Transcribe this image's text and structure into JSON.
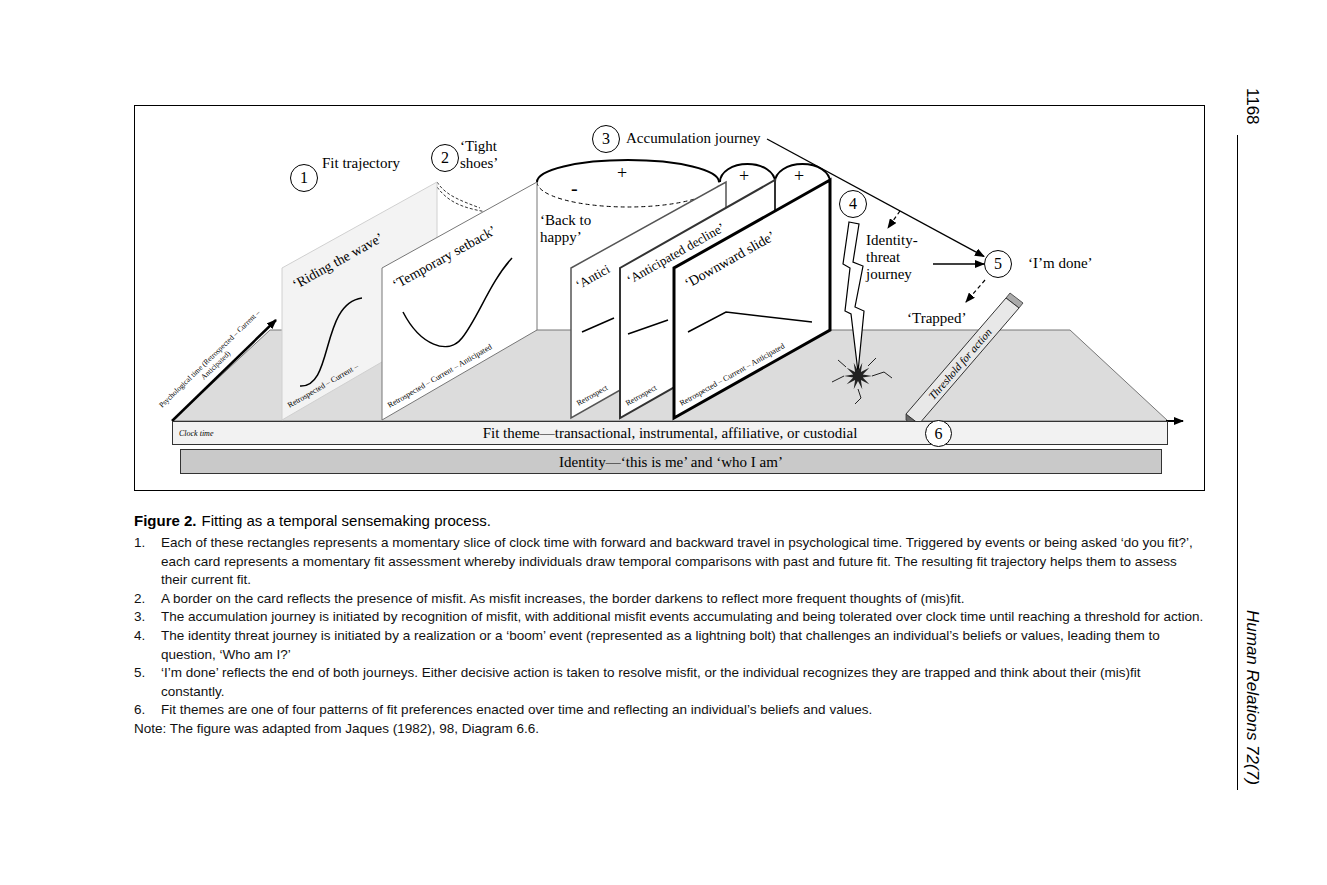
{
  "diagram": {
    "title": "Figure 2.",
    "caption": "Fitting as a temporal sensemaking process.",
    "nodes": [
      {
        "text": [
          "1",
          "Fit trajectory"
        ]
      },
      {
        "text": [
          "2",
          "‘Tight shoes’"
        ]
      },
      {
        "text": [
          "3",
          "Accumulation journey"
        ]
      },
      {
        "text": [
          "4",
          "Identity-threat journey"
        ]
      },
      {
        "text": [
          "5",
          "‘I’m done’"
        ]
      },
      {
        "text": [
          "‘Riding the wave’",
          "Retrospected – Current –"
        ]
      },
      {
        "text": [
          "‘Temporary setback’",
          "Retrospected – Current – Anticipated"
        ]
      },
      {
        "text": [
          "‘Antici",
          "Retrospect"
        ]
      },
      {
        "text": [
          "‘Anticipated decline’",
          "Retrospect"
        ]
      },
      {
        "text": [
          "‘Downward slide’",
          "Retrospected – Current – Anticipated"
        ]
      },
      {
        "text": [
          "Threshold for action"
        ]
      },
      {
        "text": [
          "Clock time",
          "Fit theme—transactional, instrumental, affiliative, or custodial"
        ]
      },
      {
        "text": [
          "6"
        ],
        "in": 11
      },
      {
        "text": [
          "Identity—‘this is me’ and ‘who I am’"
        ]
      }
    ],
    "edges": [
      {
        "from": 2,
        "to": 4,
        "arrow": "to"
      },
      {
        "from": 3,
        "to": 4,
        "arrow": "to"
      }
    ],
    "labels": [
      "‘Back to happy’",
      "+",
      "+",
      "+",
      "-",
      "‘Trapped’",
      "Psychological time (Retrospected – Current – Anticipated)",
      "1168",
      "Human Relations 72(7)",
      "1.",
      "Each of these rectangles represents a momentary slice of clock time with forward and backward travel in psychological time. Triggered by events or being asked ‘do you fit?’, each card represents a momentary fit assessment whereby individuals draw temporal comparisons with past and future fit. The resulting fit trajectory helps them to assess their current fit.",
      "2.",
      "A border on the card reflects the presence of misfit. As misfit increases, the border darkens to reflect more frequent thoughts of (mis)fit.",
      "3.",
      "The accumulation journey is initiated by recognition of misfit, with additional misfit events accumulating and being tolerated over clock time until reaching a threshold for action.",
      "4.",
      "The identity threat journey is initiated by a realization or a ‘boom’ event (represented as a lightning bolt) that challenges an individual’s beliefs or values, leading them to question, ‘Who am I?’",
      "5.",
      "‘I’m done’ reflects the end of both journeys. Either decisive action is taken to resolve misfit, or the individual recognizes they are trapped and think about their (mis)fit constantly.",
      "6.",
      "Fit themes are one of four patterns of fit preferences enacted over time and reflecting an individual’s beliefs and values.",
      "Note: The figure was adapted from Jaques (1982), 98, Diagram 6.6."
    ]
  }
}
